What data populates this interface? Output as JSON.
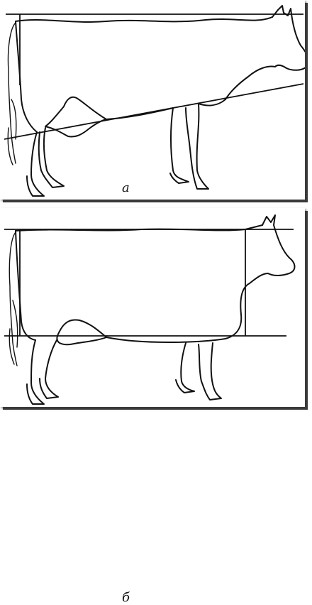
{
  "figure": {
    "panels": [
      {
        "id": "a",
        "label": "а"
      },
      {
        "id": "b",
        "label": "б"
      }
    ]
  }
}
